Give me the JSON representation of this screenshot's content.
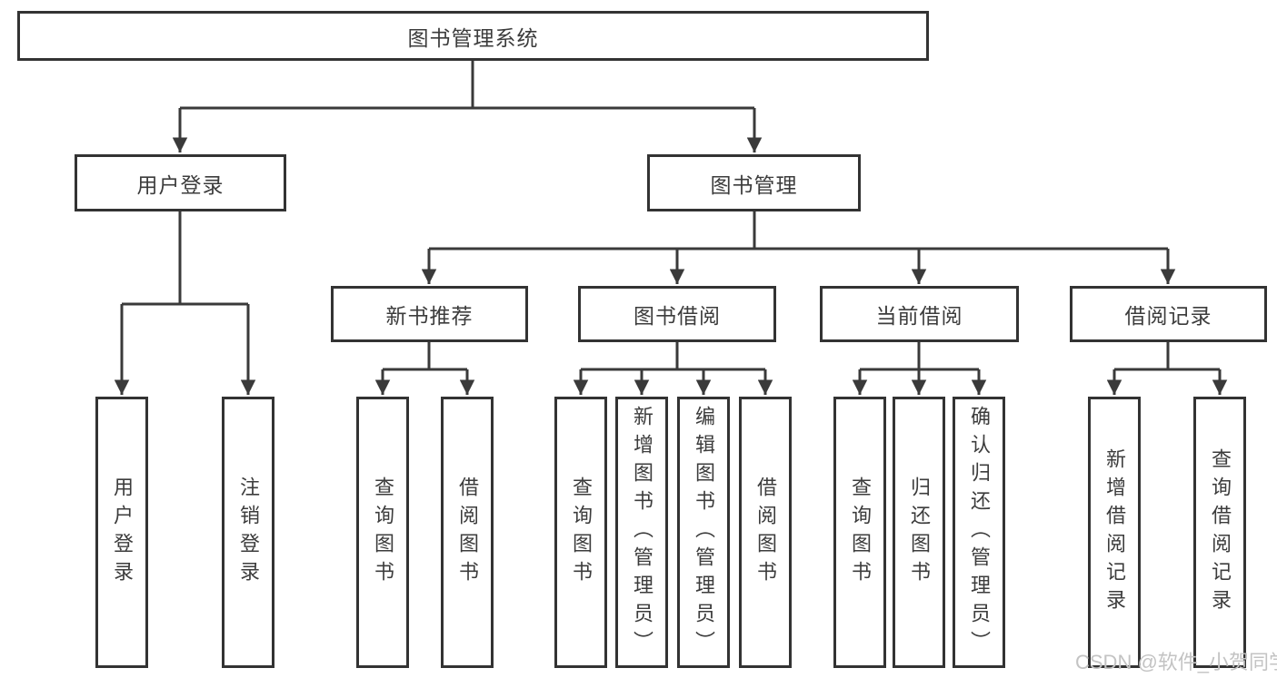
{
  "watermark": "CSDN @软件_小贺同学",
  "colors": {
    "line": "#3a3a3a",
    "box_border": "#333333",
    "text": "#3c3c3c",
    "background": "#ffffff",
    "watermark": "#c3c3c3"
  },
  "tree": {
    "label": "图书管理系统",
    "children": [
      {
        "label": "用户登录",
        "children": [
          {
            "label": "用户登录"
          },
          {
            "label": "注销登录"
          }
        ]
      },
      {
        "label": "图书管理",
        "children": [
          {
            "label": "新书推荐",
            "children": [
              {
                "label": "查询图书"
              },
              {
                "label": "借阅图书"
              }
            ]
          },
          {
            "label": "图书借阅",
            "children": [
              {
                "label": "查询图书"
              },
              {
                "label": "新增图书（管理员）"
              },
              {
                "label": "编辑图书（管理员）"
              },
              {
                "label": "借阅图书"
              }
            ]
          },
          {
            "label": "当前借阅",
            "children": [
              {
                "label": "查询图书"
              },
              {
                "label": "归还图书"
              },
              {
                "label": "确认归还（管理员）"
              }
            ]
          },
          {
            "label": "借阅记录",
            "children": [
              {
                "label": "新增借阅记录"
              },
              {
                "label": "查询借阅记录"
              }
            ]
          }
        ]
      }
    ]
  }
}
